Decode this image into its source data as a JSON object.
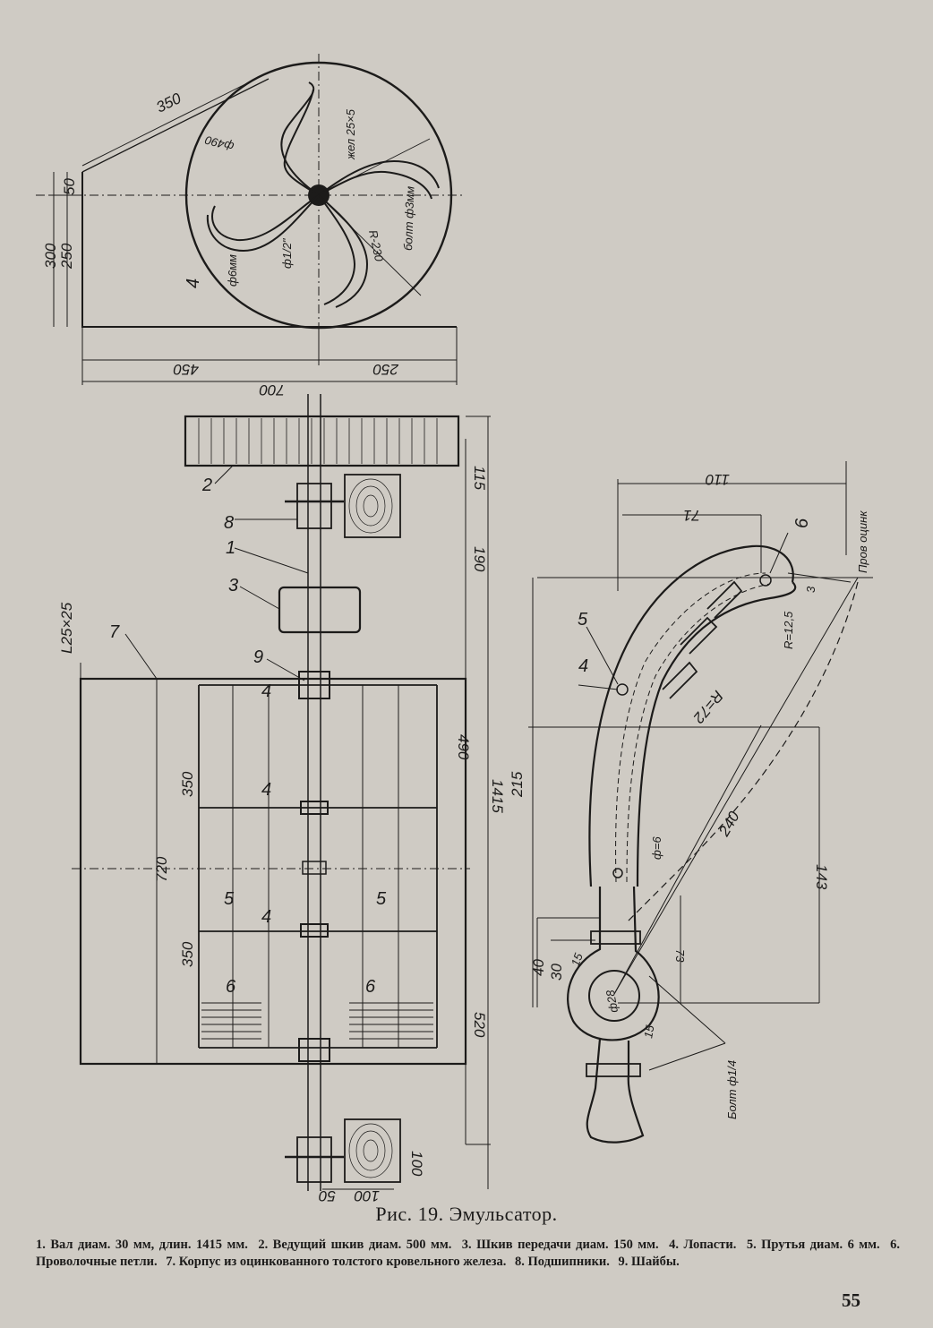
{
  "figure": {
    "title": "Рис. 19. Эмульсатор.",
    "legend": [
      "1. Вал диам. 30 мм, длин. 1415 мм.",
      "2. Ведущий шкив диам. 500 мм.",
      "3. Шкив передачи диам. 150 мм.",
      "4. Лопасти.",
      "5. Прутья диам. 6 мм.",
      "6. Проволочные петли.",
      "7. Корпус из оцинкованного толстого кровельного железа.",
      "8. Подшипники.",
      "9. Шайбы."
    ],
    "page_number": "55"
  },
  "top_view": {
    "dims": {
      "d350": "350",
      "d50": "50",
      "d300": "300",
      "d250": "250",
      "d450": "450",
      "d250b": "250",
      "d700": "700",
      "phi490": "ф490",
      "strip": "жел 25×5",
      "bolt": "болт ф3мм",
      "r230": "R-230",
      "phi12": "ф1/2\"",
      "phi6": "ф6мм"
    },
    "callout": "4"
  },
  "side_view": {
    "dims": {
      "l25": "L25×25",
      "d115": "115",
      "d190": "190",
      "d490": "490",
      "d1415": "1415",
      "d350a": "350",
      "d720": "720",
      "d350b": "350",
      "d520": "520",
      "d100a": "100",
      "d50": "50",
      "d100b": "100"
    },
    "callouts": {
      "c2": "2",
      "c8": "8",
      "c1": "1",
      "c3": "3",
      "c7": "7",
      "c9": "9",
      "c4a": "4",
      "c4b": "4",
      "c4c": "4",
      "c5a": "5",
      "c5b": "5",
      "c6a": "6",
      "c6b": "6"
    }
  },
  "detail_view": {
    "dims": {
      "d110": "110",
      "d71": "71",
      "wire": "Пров оцинк",
      "d3": "3",
      "r125": "R=12,5",
      "r72": "R=72",
      "d215": "215",
      "d240": "240",
      "d143": "143",
      "phi6": "ф=6",
      "d73": "73",
      "d40": "40",
      "d30": "30",
      "d15a": "15",
      "phi28": "ф28",
      "d15b": "15",
      "bolt": "Болт ф1/4"
    },
    "callouts": {
      "c5": "5",
      "c4": "4",
      "c6": "6"
    }
  }
}
